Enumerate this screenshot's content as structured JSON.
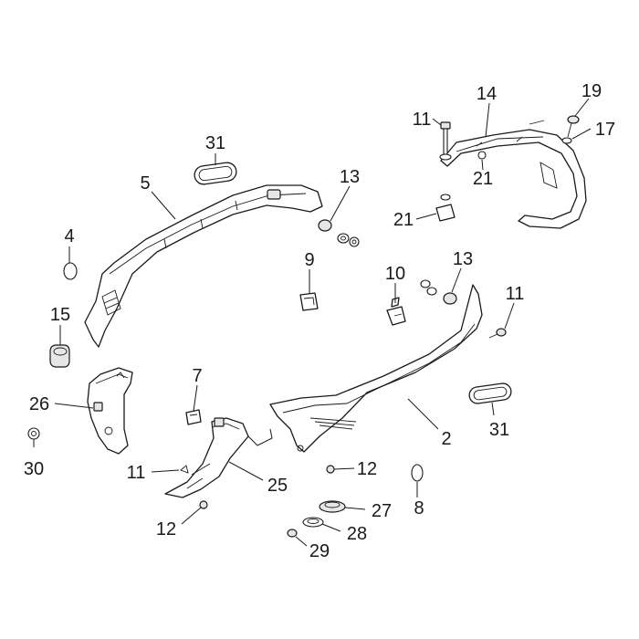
{
  "labels": {
    "l2": "2",
    "l4": "4",
    "l5": "5",
    "l7": "7",
    "l8": "8",
    "l9": "9",
    "l10": "10",
    "l11a": "11",
    "l11b": "11",
    "l11c": "11",
    "l12a": "12",
    "l12b": "12",
    "l13a": "13",
    "l13b": "13",
    "l14": "14",
    "l15": "15",
    "l17": "17",
    "l19": "19",
    "l21a": "21",
    "l21b": "21",
    "l25": "25",
    "l26": "26",
    "l27": "27",
    "l28": "28",
    "l29": "29",
    "l30": "30",
    "l31a": "31",
    "l31b": "31"
  },
  "colors": {
    "line": "#1a1a1a",
    "background": "#ffffff",
    "shade": "#e6e6e6"
  }
}
